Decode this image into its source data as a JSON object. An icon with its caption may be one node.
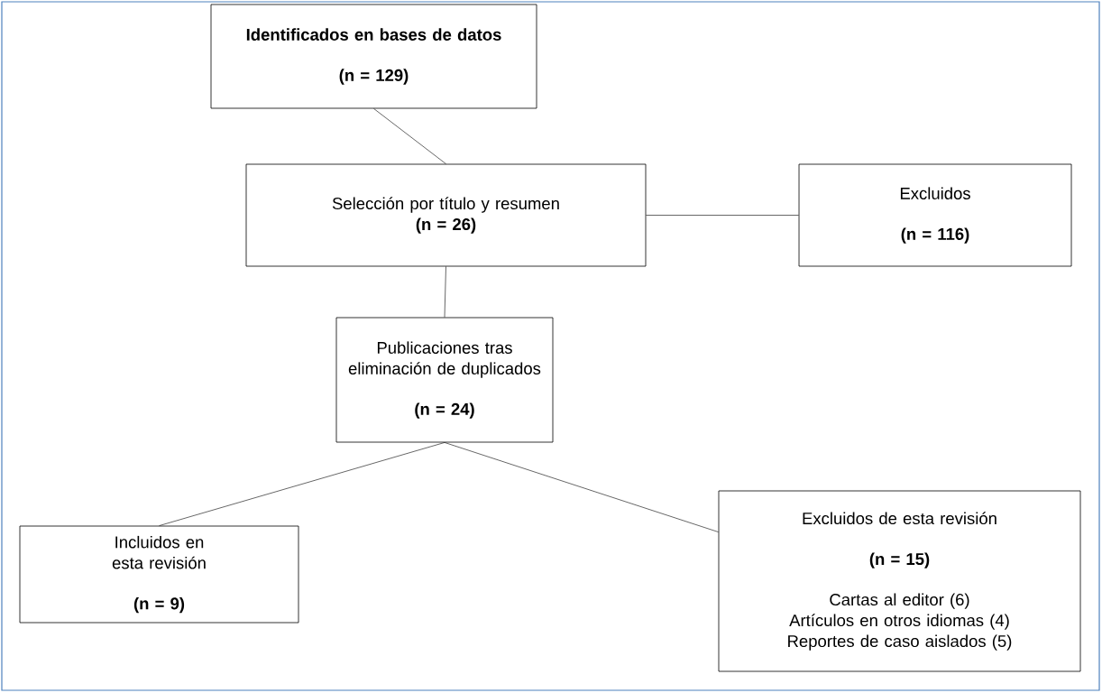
{
  "diagram": {
    "nodes": [
      {
        "text": [
          "Identificados en bases de datos",
          "(n = 129)"
        ]
      },
      {
        "text": [
          "Selección por título y resumen",
          "(n = 26)"
        ]
      },
      {
        "text": [
          "Excluidos",
          "(n = 116)"
        ]
      },
      {
        "text": [
          "Publicaciones tras eliminación de duplicados",
          "(n = 24)"
        ]
      },
      {
        "text": [
          "Incluidos en esta revisión",
          "(n = 9)"
        ]
      },
      {
        "text": [
          "Excluidos de esta revisión",
          "(n = 15)",
          "Cartas al editor (6)",
          "Artículos en otros idiomas (4)",
          "Reportes de caso aislados (5)"
        ]
      }
    ],
    "edges": [
      {
        "from": 0,
        "to": 1,
        "arrow": "none"
      },
      {
        "from": 1,
        "to": 2,
        "arrow": "none"
      },
      {
        "from": 1,
        "to": 3,
        "arrow": "none"
      },
      {
        "from": 3,
        "to": 4,
        "arrow": "none"
      },
      {
        "from": 3,
        "to": 5,
        "arrow": "none"
      }
    ]
  }
}
